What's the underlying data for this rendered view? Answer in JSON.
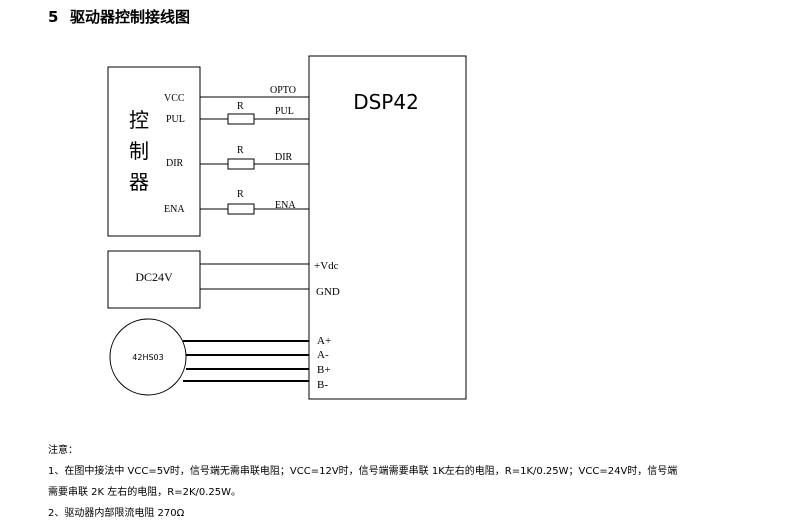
{
  "section": {
    "number": "5",
    "title": "驱动器控制接线图"
  },
  "controller": {
    "name_chars": [
      "控",
      "制",
      "器"
    ],
    "pins": [
      "VCC",
      "PUL",
      "DIR",
      "ENA"
    ]
  },
  "resistor_label": "R",
  "driver": {
    "name": "DSP42",
    "signal_pins": [
      "OPTO",
      "PUL",
      "DIR",
      "ENA"
    ],
    "power_pins": [
      "+Vdc",
      "GND"
    ],
    "motor_pins": [
      "A+",
      "A-",
      "B+",
      "B-"
    ]
  },
  "power_supply": {
    "label": "DC24V"
  },
  "motor": {
    "label": "42HS03"
  },
  "notes": {
    "title": "注意：",
    "line1": "1、在图中接法中 VCC=5V时，信号端无需串联电阻；VCC=12V时，信号端需要串联 1K左右的电阻，R=1K/0.25W；VCC=24V时，信号端",
    "line2": "需要串联 2K 左右的电阻，R=2K/0.25W。",
    "line3": "2、驱动器内部限流电阻 270Ω"
  }
}
